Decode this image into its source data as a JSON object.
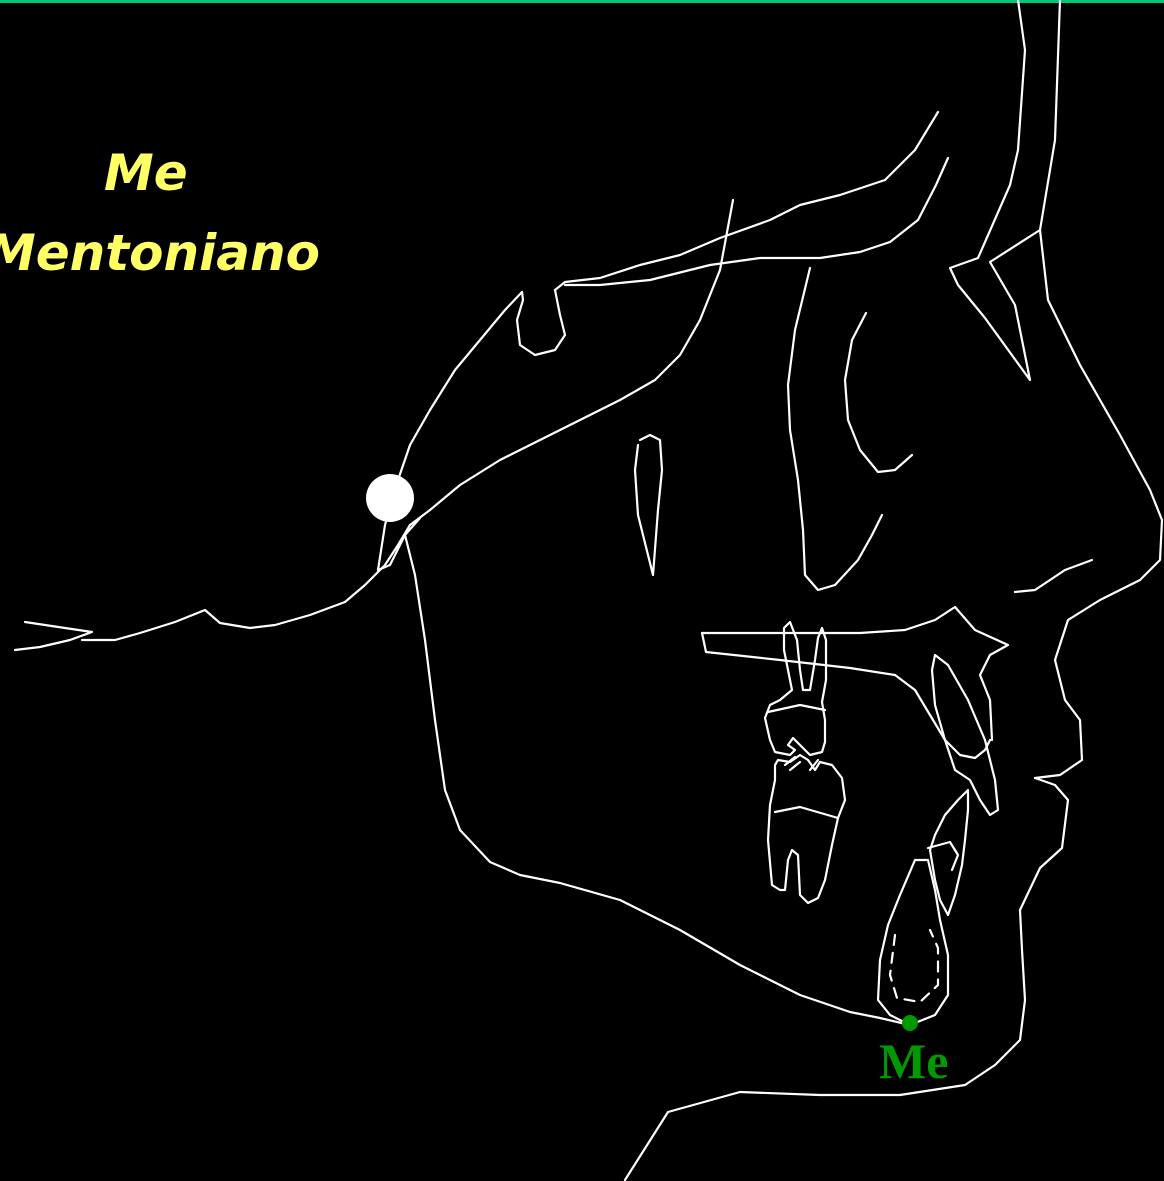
{
  "slide": {
    "title_line_1": "Me",
    "title_line_2": "Mentoniano"
  },
  "landmark": {
    "label": "Me"
  },
  "colors": {
    "background": "#000000",
    "title": "#ffff66",
    "tracing": "#ffffff",
    "landmark": "#009900",
    "top_border": "#00c878"
  }
}
